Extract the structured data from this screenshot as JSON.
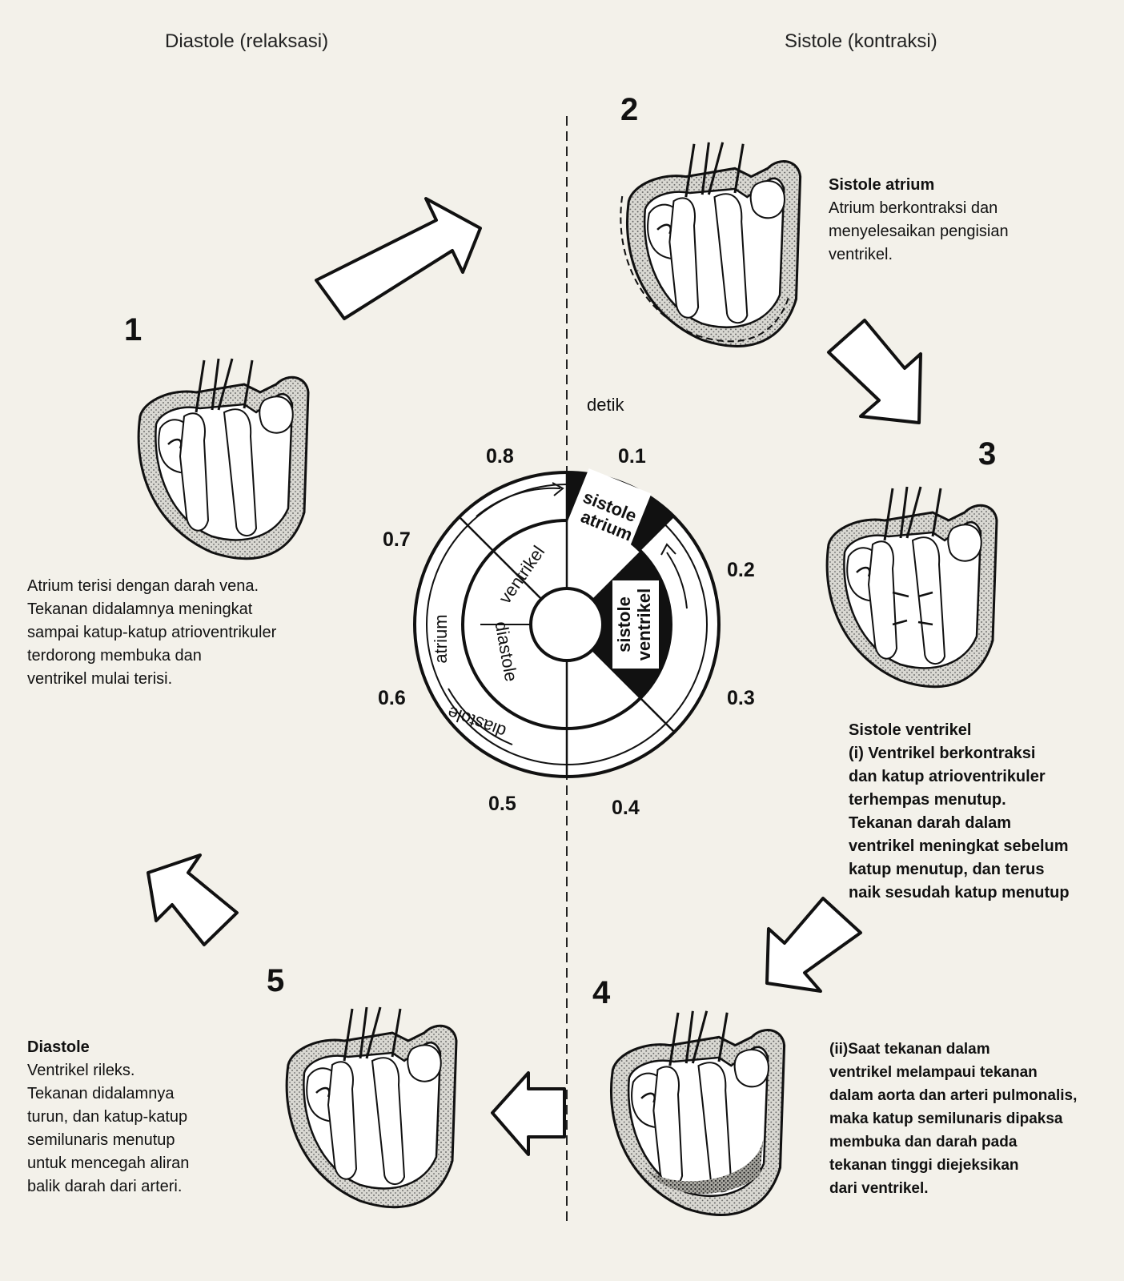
{
  "headers": {
    "diastole": "Diastole (relaksasi)",
    "sistole": "Sistole (kontraksi)"
  },
  "stages": [
    {
      "number": "1",
      "title": "",
      "body": "Atrium terisi dengan darah vena.\nTekanan didalamnya meningkat\nsampai katup-katup atrioventrikuler\nterdorong membuka dan\nventrikel mulai terisi."
    },
    {
      "number": "2",
      "title": "Sistole atrium",
      "body": "Atrium berkontraksi dan\nmenyelesaikan pengisian\nventrikel."
    },
    {
      "number": "3",
      "title": "Sistole ventrikel",
      "body": "(i) Ventrikel berkontraksi\ndan katup atrioventrikuler\nterhempas menutup.\nTekanan darah dalam\nventrikel meningkat sebelum\nkatup menutup, dan terus\nnaik sesudah katup menutup"
    },
    {
      "number": "4",
      "title": "",
      "body": "(ii)Saat tekanan dalam\nventrikel melampaui tekanan\ndalam aorta dan arteri pulmonalis,\nmaka katup semilunaris dipaksa\nmembuka dan darah pada\ntekanan tinggi diejeksikan\ndari ventrikel."
    },
    {
      "number": "5",
      "title": "Diastole",
      "body": "Ventrikel rileks.\nTekanan didalamnya\nturun, dan katup-katup\nsemilunaris menutup\nuntuk mencegah aliran\nbalik darah dari arteri."
    }
  ],
  "clock": {
    "unit": "detik",
    "ticks": [
      "0.1",
      "0.2",
      "0.3",
      "0.4",
      "0.5",
      "0.6",
      "0.7",
      "0.8"
    ],
    "labels": {
      "sistole_atrium_1": "sistole",
      "sistole_atrium_2": "atrium",
      "sistole_ventrikel_1": "sistole",
      "sistole_ventrikel_2": "ventrikel",
      "ventrikel": "ventrikel",
      "diastole_inner": "diastole",
      "atrium": "atrium",
      "diastole_outer": "diastole"
    }
  },
  "colors": {
    "ink": "#111111",
    "paper": "#f3f1ea",
    "tissue": "#b8b8b0"
  }
}
